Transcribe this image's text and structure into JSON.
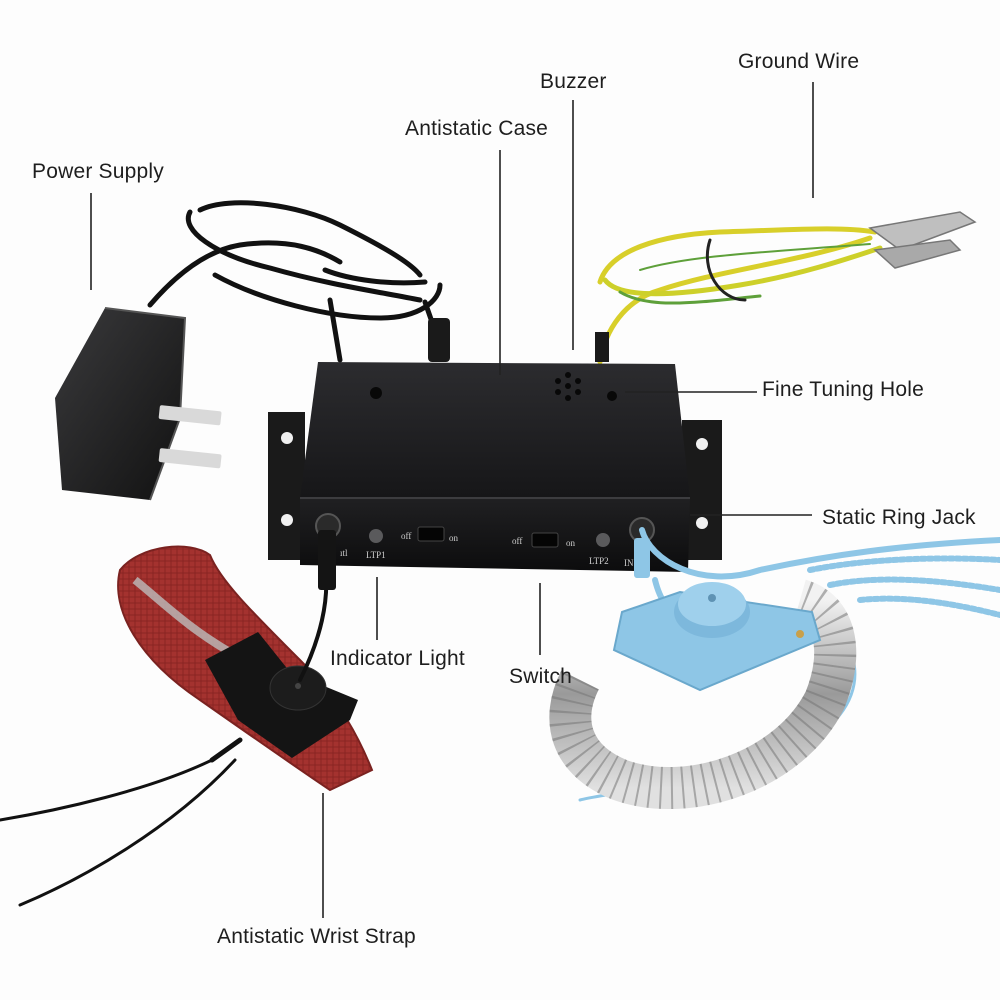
{
  "labels": {
    "ground_wire": "Ground Wire",
    "buzzer": "Buzzer",
    "antistatic_case": "Antistatic Case",
    "power_supply": "Power Supply",
    "fine_tuning_hole": "Fine Tuning Hole",
    "static_ring_jack": "Static Ring Jack",
    "indicator_light": "Indicator Light",
    "switch": "Switch",
    "antistatic_wrist_strap": "Antistatic Wrist Strap"
  },
  "device_markings": {
    "ltp1": "LTP1",
    "ltp2": "LTP2",
    "off": "off",
    "on": "on",
    "in_left": "ıtl",
    "in_right": "IN"
  },
  "colors": {
    "case": "#1b1b1d",
    "wire_yellow": "#d8cf2a",
    "wire_green": "#5ea03a",
    "strap_red": "#a4322f",
    "strap_blue": "#8ec6e6",
    "metal": "#c8c8c8"
  }
}
